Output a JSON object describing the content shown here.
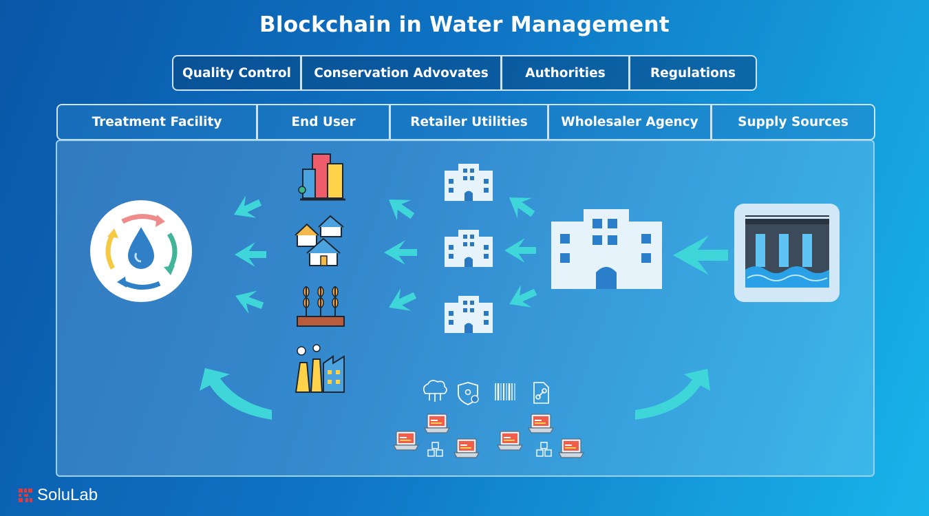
{
  "title": "Blockchain in Water Management",
  "row1": [
    {
      "label": "Quality Control"
    },
    {
      "label": "Conservation Advovates"
    },
    {
      "label": "Authorities"
    },
    {
      "label": "Regulations"
    }
  ],
  "row2": [
    {
      "label": "Treatment Facility"
    },
    {
      "label": "End User"
    },
    {
      "label": "Retailer Utilities"
    },
    {
      "label": "Wholesaler Agency"
    },
    {
      "label": "Supply Sources"
    }
  ],
  "brand": {
    "name": "SoluLab"
  },
  "icons": {
    "treatment": "water-recycle-icon",
    "end_users": [
      "city-buildings-icon",
      "houses-icon",
      "crops-icon",
      "factory-icon"
    ],
    "retailers": [
      "building-icon",
      "building-icon",
      "building-icon"
    ],
    "wholesaler": "large-building-icon",
    "supply": "dam-icon",
    "blockchain": [
      "cloud-network-icon",
      "shield-lock-icon",
      "barcode-icon",
      "document-link-icon",
      "laptop-icon",
      "cube-network-icon"
    ]
  },
  "colors": {
    "arrow": "#3fd6d9",
    "accent_blue": "#2b8fd6",
    "building": "#e6f3fb"
  }
}
